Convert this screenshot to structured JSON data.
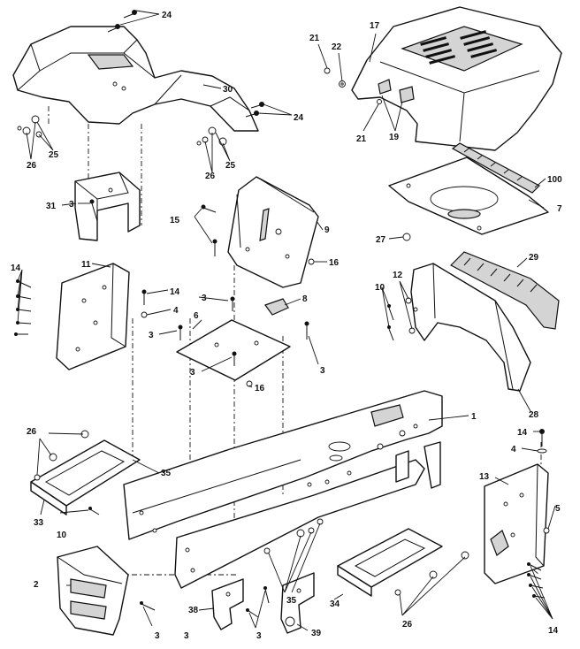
{
  "callouts": {
    "c1": "1",
    "c2": "2",
    "c3a": "3",
    "c3b": "3",
    "c3c": "3",
    "c3d": "3",
    "c3e": "3",
    "c3f": "3",
    "c3g": "3",
    "c3h": "3",
    "c4a": "4",
    "c4b": "4",
    "c5": "5",
    "c6": "6",
    "c7": "7",
    "c8": "8",
    "c9": "9",
    "c10a": "10",
    "c10b": "10",
    "c11": "11",
    "c12": "12",
    "c13": "13",
    "c14a": "14",
    "c14b": "14",
    "c14c": "14",
    "c14d": "14",
    "c15": "15",
    "c16a": "16",
    "c16b": "16",
    "c17": "17",
    "c19": "19",
    "c21a": "21",
    "c21b": "21",
    "c22": "22",
    "c24a": "24",
    "c24b": "24",
    "c25a": "25",
    "c25b": "25",
    "c26a": "26",
    "c26b": "26",
    "c26c": "26",
    "c26d": "26",
    "c27": "27",
    "c28": "28",
    "c29": "29",
    "c30": "30",
    "c31": "31",
    "c33": "33",
    "c34": "34",
    "c35a": "35",
    "c35b": "35",
    "c38": "38",
    "c39": "39",
    "c100": "100"
  }
}
